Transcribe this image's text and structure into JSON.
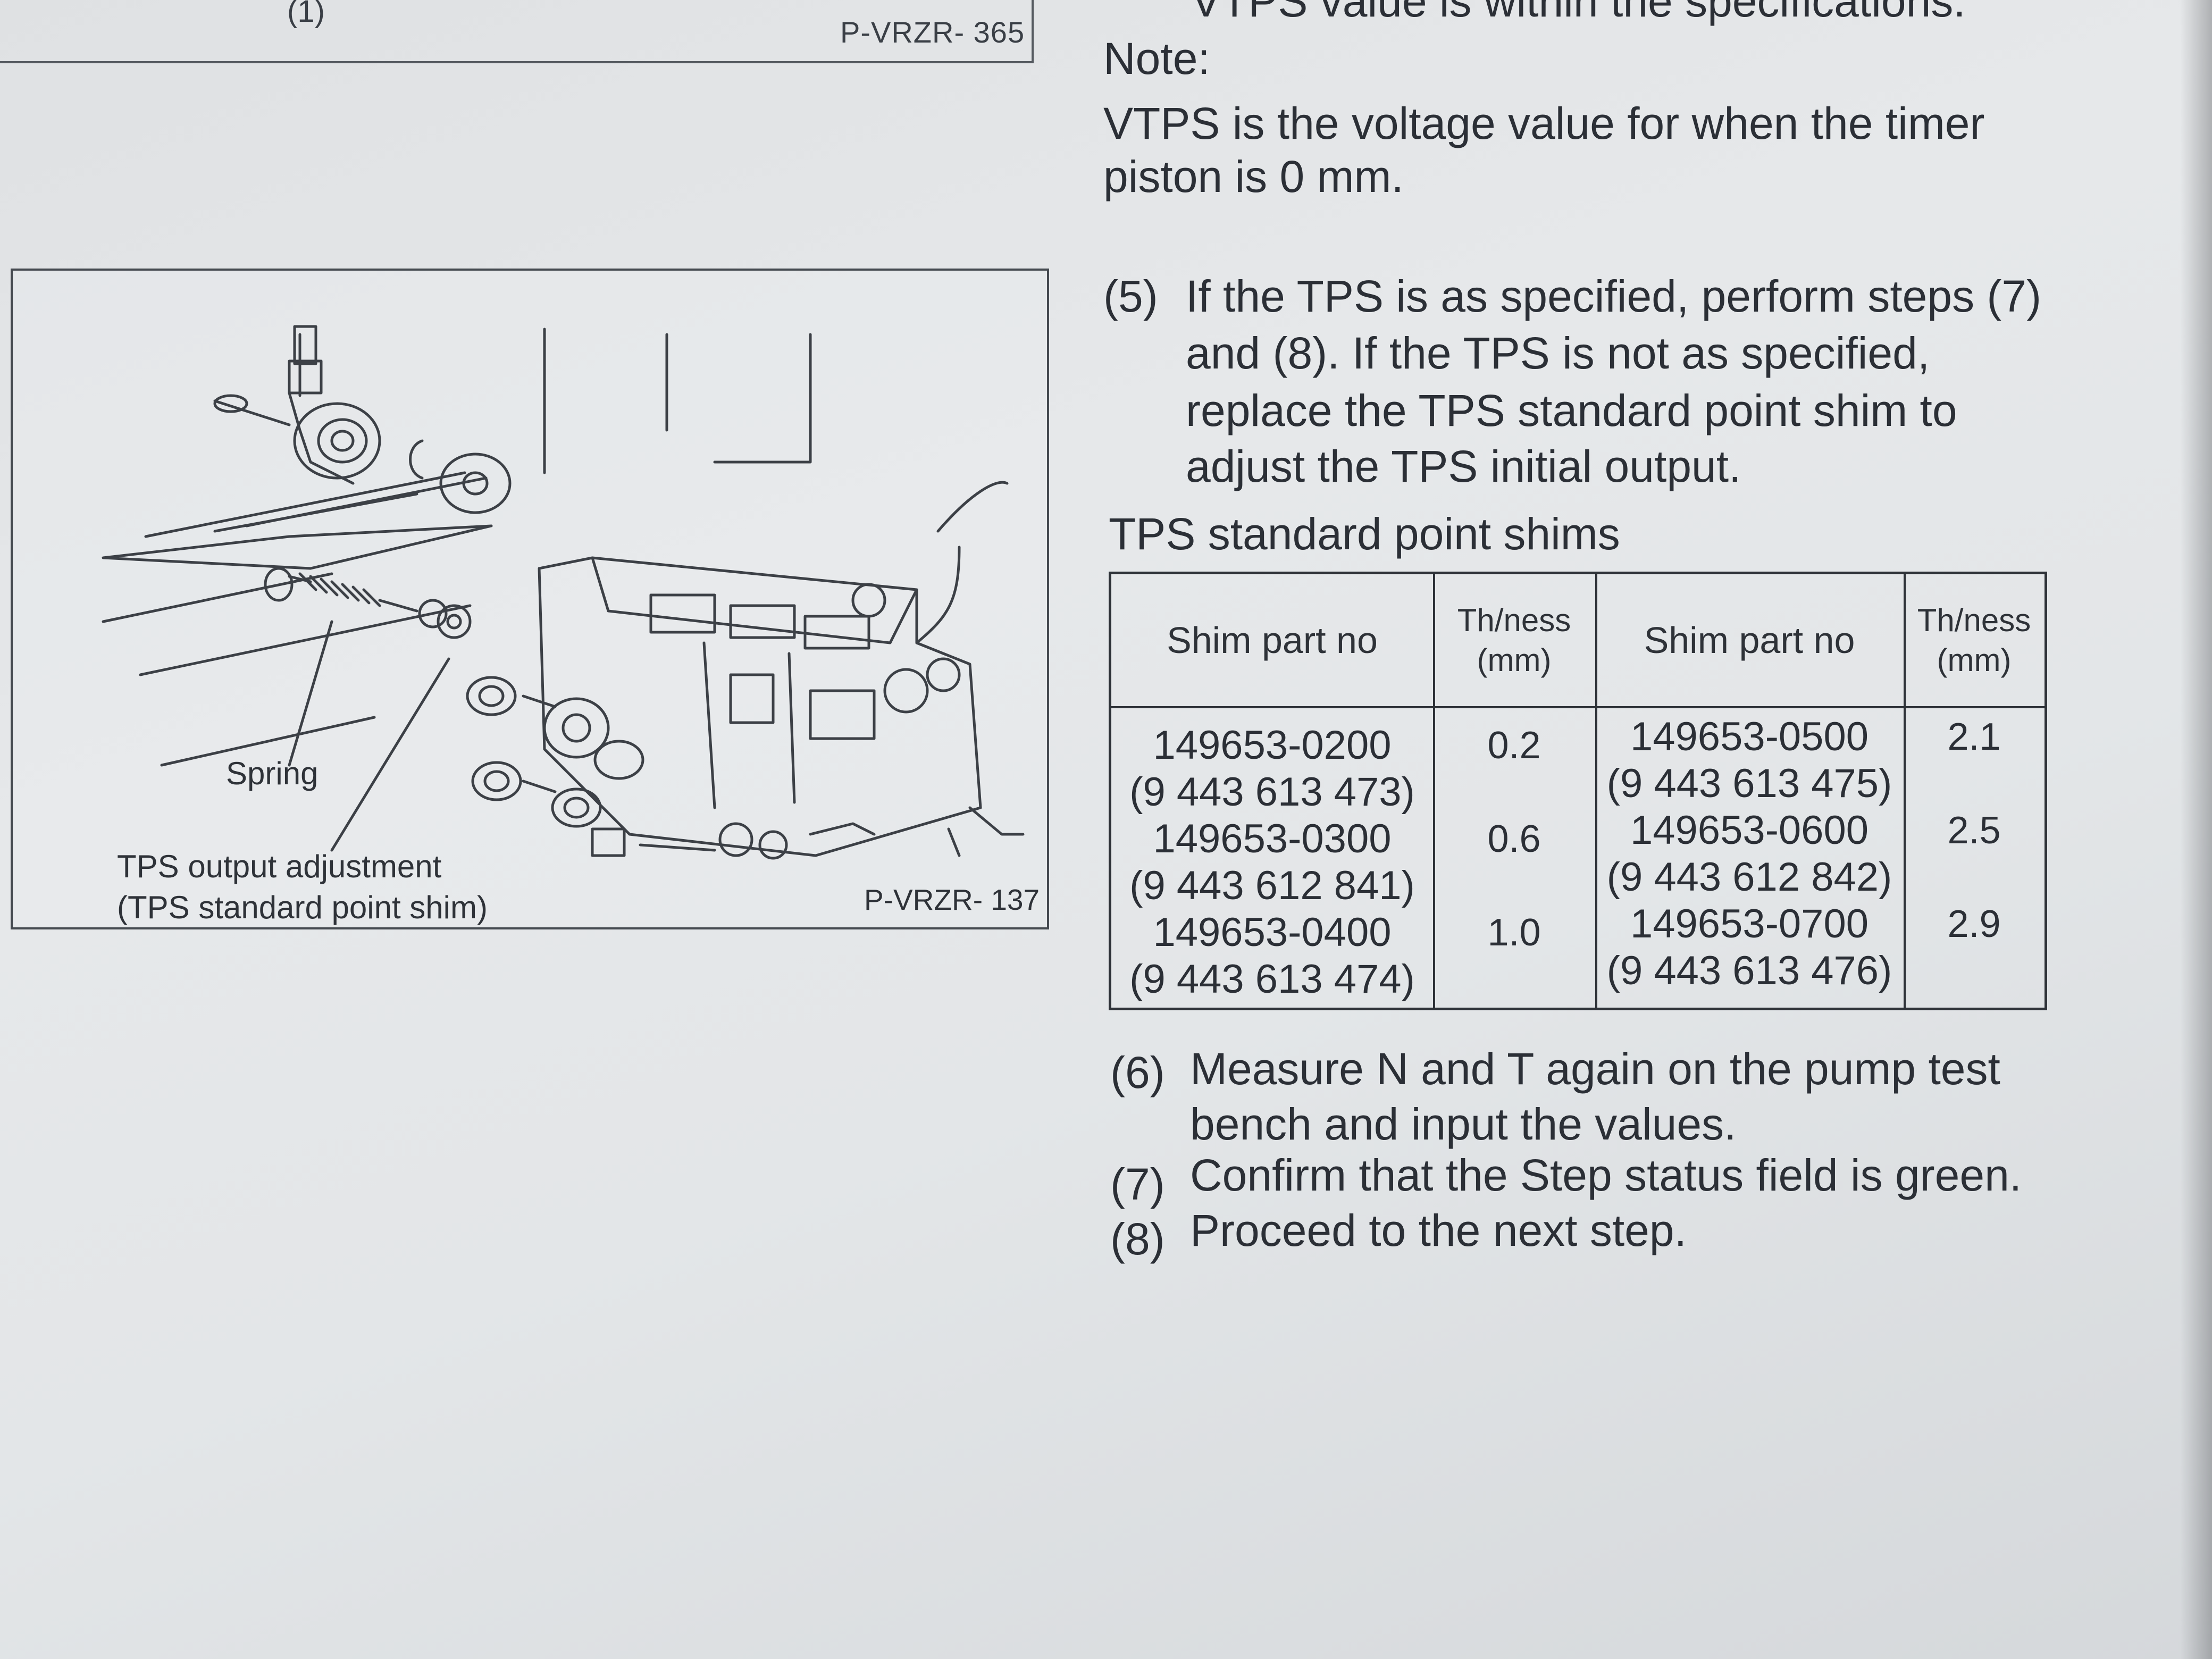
{
  "prev_figure": {
    "label": "(1)",
    "code": "P-VRZR- 365"
  },
  "figure": {
    "label_spring": "Spring",
    "label_tps_line1": "TPS output adjustment",
    "label_tps_line2": "(TPS standard point shim)",
    "code": "P-VRZR- 137"
  },
  "text": {
    "spec_line": "VTPS value is within the specifications.",
    "note_label": "Note:",
    "note_line1": "VTPS is the voltage value for when the timer",
    "note_line2": "piston is 0 mm.",
    "step5_num": "(5)",
    "step5_line1": "If  the TPS is as specified, perform steps (7)",
    "step5_line2": "and (8).  If  the TPS is not as specified,",
    "step5_line3": "replace the TPS standard point shim to",
    "step5_line4": "adjust the TPS initial output.",
    "table_caption": "TPS standard point shims",
    "step6_num": "(6)",
    "step6_line1": "Measure  N and T again on the pump test",
    "step6_line2": "bench and input the values.",
    "step7_num": "(7)",
    "step7_line1": "Confirm that the Step status field is green.",
    "step8_num": "(8)",
    "step8_line1": "Proceed to the next step."
  },
  "shim_table": {
    "headers": {
      "part_left": "Shim part no",
      "thick_left_1": "Th/ness",
      "thick_left_2": "(mm)",
      "part_right": "Shim part no",
      "thick_right_1": "Th/ness",
      "thick_right_2": "(mm)"
    },
    "left": {
      "part": [
        "149653-0200",
        "(9 443 613 473)",
        "149653-0300",
        "(9 443 612 841)",
        "149653-0400",
        "(9 443 613 474)"
      ],
      "thickness": [
        "0.2",
        "0.6",
        "1.0"
      ]
    },
    "right": {
      "part": [
        "149653-0500",
        "(9 443 613 475)",
        "149653-0600",
        "(9 443 612 842)",
        "149653-0700",
        "(9 443 613 476)"
      ],
      "thickness": [
        "2.1",
        "2.5",
        "2.9"
      ]
    }
  }
}
